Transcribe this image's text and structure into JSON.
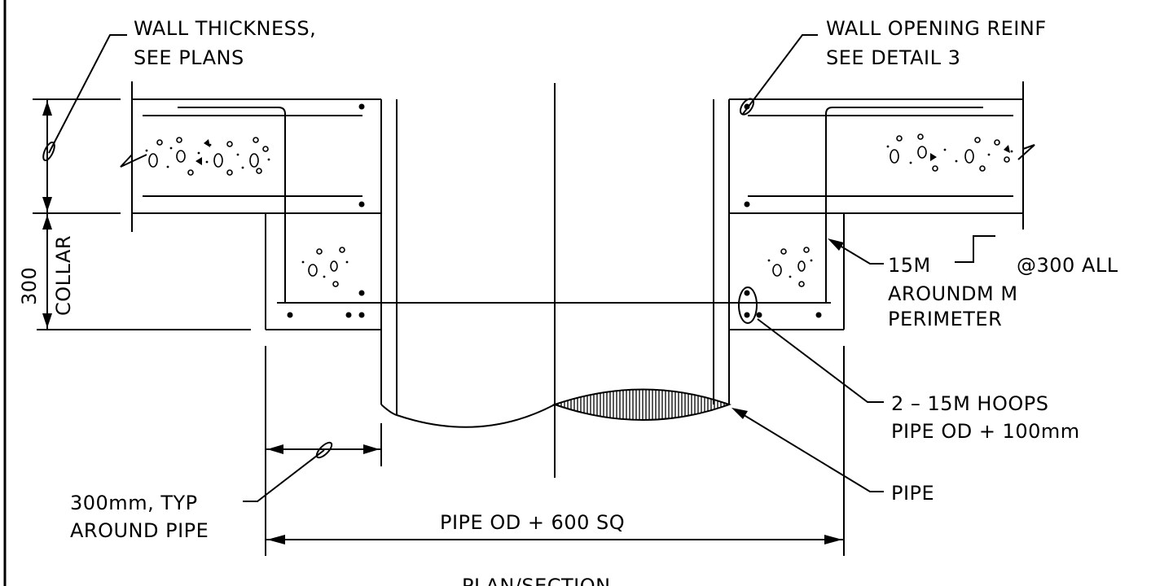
{
  "callouts": {
    "wall_thickness": [
      "WALL THICKNESS,",
      "SEE PLANS"
    ],
    "wall_opening": [
      "WALL OPENING REINF",
      "SEE DETAIL 3"
    ],
    "bar_15m": [
      "15M",
      "@300 ALL",
      "AROUNDM M",
      "PERIMETER"
    ],
    "hoops": [
      "2 – 15M HOOPS",
      "PIPE OD + 100mm"
    ],
    "pipe": "PIPE",
    "typ": [
      "300mm, TYP",
      "AROUND PIPE"
    ]
  },
  "dimensions": {
    "collar_depth": "300",
    "collar": "COLLAR",
    "overall": "PIPE OD + 600 SQ"
  },
  "title": "PLAN/SECTION"
}
